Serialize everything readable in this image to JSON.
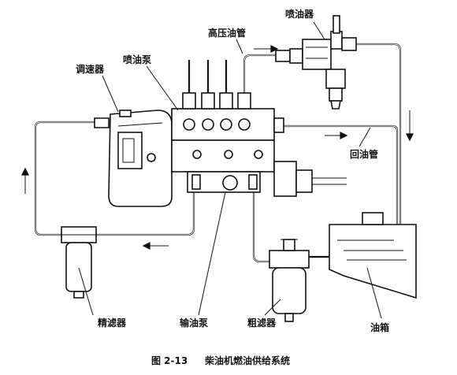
{
  "labels": {
    "injector": "喷油器",
    "high_pressure_pipe": "高压油管",
    "governor": "调速器",
    "injection_pump": "喷油泵",
    "return_pipe": "回油管",
    "fine_filter": "精滤器",
    "feed_pump": "输油泵",
    "coarse_filter": "粗滤器",
    "fuel_tank": "油箱"
  },
  "caption": {
    "number": "图 2-13",
    "title": "柴油机燃油供给系统"
  }
}
